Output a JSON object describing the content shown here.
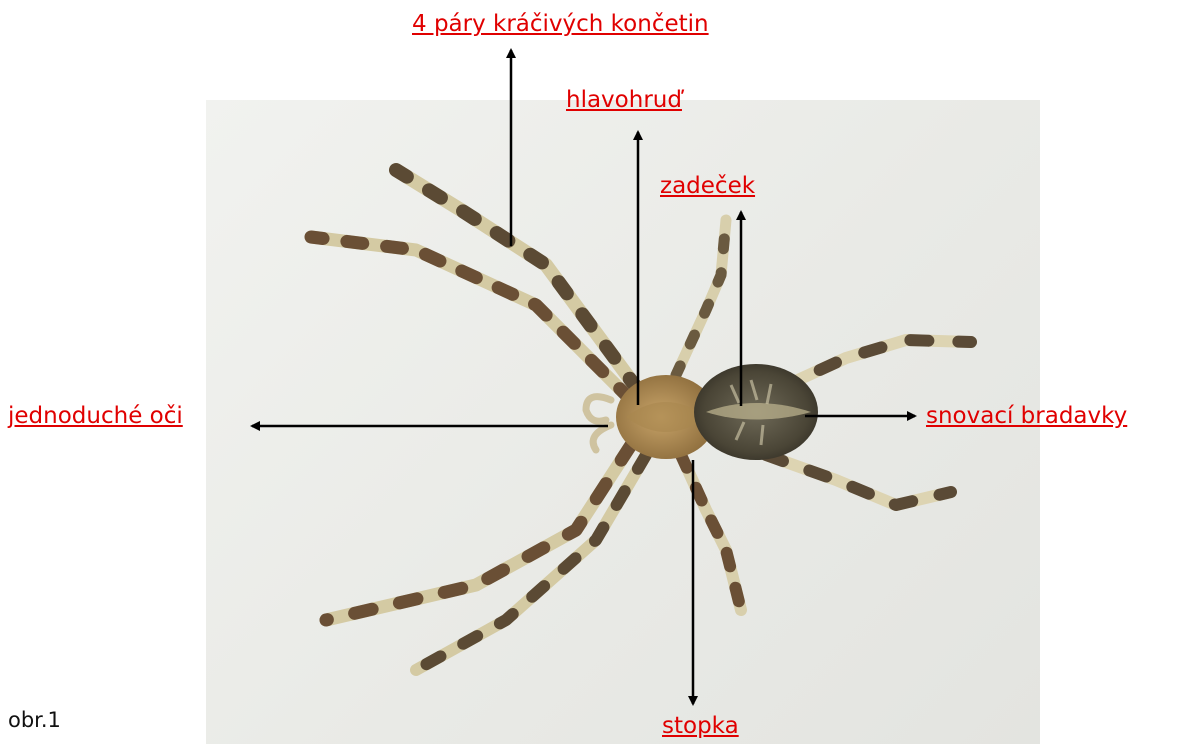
{
  "labels": {
    "legs": "4 páry kráčivých končetin",
    "cephalothorax": "hlavohruď",
    "abdomen": "zadeček",
    "eyes": "jednoduché oči",
    "spinnerets": "snovací bradavky",
    "pedicel": "stopka"
  },
  "caption": "obr.1",
  "colors": {
    "label": "#e00000",
    "arrow": "#000000"
  }
}
